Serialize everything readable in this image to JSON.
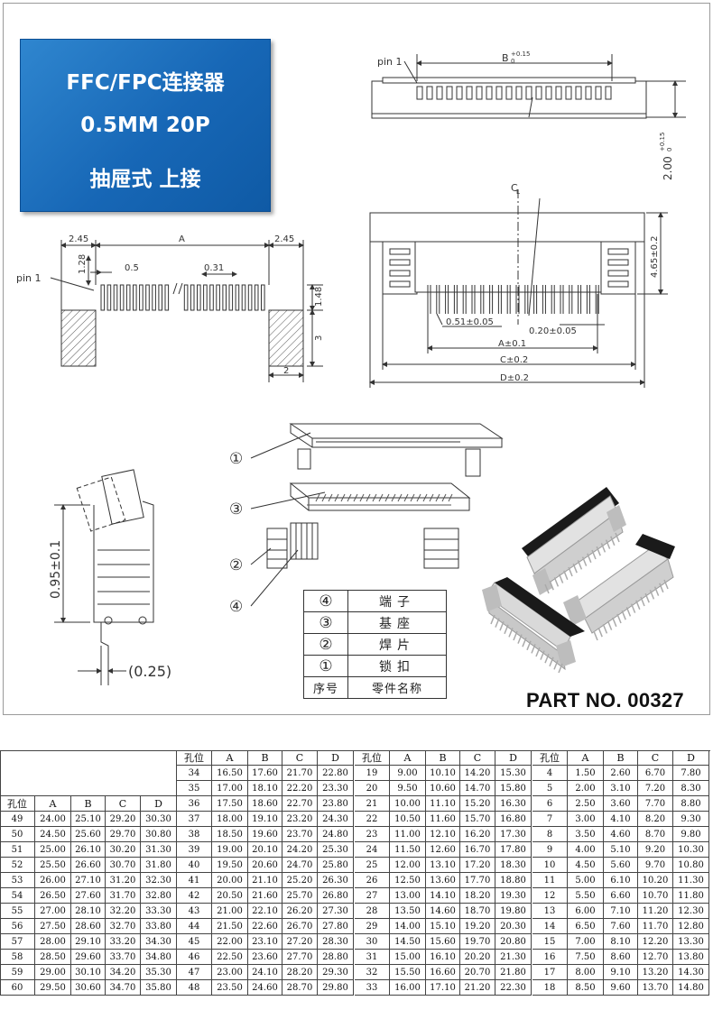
{
  "title_block": {
    "line1": "FFC/FPC连接器",
    "line2": "0.5MM 20P",
    "line3": "抽屉式 上接"
  },
  "top_view": {
    "pin_label": "pin 1",
    "dim_b": "B",
    "dim_b_tol": "+0.15",
    "dim_b_tol2": "0",
    "dim_height": "2.00",
    "dim_height_tol": "+0.15",
    "dim_height_tol2": "0"
  },
  "front_view": {
    "centerline": "C",
    "centerline_sub": "L",
    "dim_465": "4.65±0.2",
    "dim_051": "0.51±0.05",
    "dim_020": "0.20±0.05",
    "dim_a": "A±0.1",
    "dim_c": "C±0.2",
    "dim_d": "D±0.2"
  },
  "pcb_layout": {
    "pin_label": "pin 1",
    "dim_245_left": "2.45",
    "dim_a": "A",
    "dim_245_right": "2.45",
    "dim_128": "1.28",
    "dim_05": "0.5",
    "dim_031": "0.31",
    "dim_148": "1.48",
    "dim_3": "3",
    "dim_2": "2"
  },
  "side_view": {
    "dim_095": "0.95±0.1",
    "dim_025": "(0.25)"
  },
  "exploded": {
    "callouts": [
      "①",
      "③",
      "②",
      "④"
    ]
  },
  "legend": {
    "rows": [
      {
        "num": "④",
        "desc": "端子"
      },
      {
        "num": "③",
        "desc": "基座"
      },
      {
        "num": "②",
        "desc": "焊片"
      },
      {
        "num": "①",
        "desc": "锁扣"
      }
    ],
    "header_num": "序号",
    "header_desc": "零件名称"
  },
  "part_no": "PART NO. 00327",
  "colors": {
    "title_bg": "#1767b6",
    "line": "#333333",
    "connector_dark": "#1a1a1a",
    "connector_light": "#d9d9d9"
  },
  "dimension_table": {
    "columns": [
      "孔位",
      "A",
      "B",
      "C",
      "D"
    ],
    "group1": [
      [
        "49",
        "24.00",
        "25.10",
        "29.20",
        "30.30"
      ],
      [
        "50",
        "24.50",
        "25.60",
        "29.70",
        "30.80"
      ],
      [
        "51",
        "25.00",
        "26.10",
        "30.20",
        "31.30"
      ],
      [
        "52",
        "25.50",
        "26.60",
        "30.70",
        "31.80"
      ],
      [
        "53",
        "26.00",
        "27.10",
        "31.20",
        "32.30"
      ],
      [
        "54",
        "26.50",
        "27.60",
        "31.70",
        "32.80"
      ],
      [
        "55",
        "27.00",
        "28.10",
        "32.20",
        "33.30"
      ],
      [
        "56",
        "27.50",
        "28.60",
        "32.70",
        "33.80"
      ],
      [
        "57",
        "28.00",
        "29.10",
        "33.20",
        "34.30"
      ],
      [
        "58",
        "28.50",
        "29.60",
        "33.70",
        "34.80"
      ],
      [
        "59",
        "29.00",
        "30.10",
        "34.20",
        "35.30"
      ],
      [
        "60",
        "29.50",
        "30.60",
        "34.70",
        "35.80"
      ]
    ],
    "group2": [
      [
        "34",
        "16.50",
        "17.60",
        "21.70",
        "22.80"
      ],
      [
        "35",
        "17.00",
        "18.10",
        "22.20",
        "23.30"
      ],
      [
        "36",
        "17.50",
        "18.60",
        "22.70",
        "23.80"
      ],
      [
        "37",
        "18.00",
        "19.10",
        "23.20",
        "24.30"
      ],
      [
        "38",
        "18.50",
        "19.60",
        "23.70",
        "24.80"
      ],
      [
        "39",
        "19.00",
        "20.10",
        "24.20",
        "25.30"
      ],
      [
        "40",
        "19.50",
        "20.60",
        "24.70",
        "25.80"
      ],
      [
        "41",
        "20.00",
        "21.10",
        "25.20",
        "26.30"
      ],
      [
        "42",
        "20.50",
        "21.60",
        "25.70",
        "26.80"
      ],
      [
        "43",
        "21.00",
        "22.10",
        "26.20",
        "27.30"
      ],
      [
        "44",
        "21.50",
        "22.60",
        "26.70",
        "27.80"
      ],
      [
        "45",
        "22.00",
        "23.10",
        "27.20",
        "28.30"
      ],
      [
        "46",
        "22.50",
        "23.60",
        "27.70",
        "28.80"
      ],
      [
        "47",
        "23.00",
        "24.10",
        "28.20",
        "29.30"
      ],
      [
        "48",
        "23.50",
        "24.60",
        "28.70",
        "29.80"
      ]
    ],
    "group3": [
      [
        "19",
        "9.00",
        "10.10",
        "14.20",
        "15.30"
      ],
      [
        "20",
        "9.50",
        "10.60",
        "14.70",
        "15.80"
      ],
      [
        "21",
        "10.00",
        "11.10",
        "15.20",
        "16.30"
      ],
      [
        "22",
        "10.50",
        "11.60",
        "15.70",
        "16.80"
      ],
      [
        "23",
        "11.00",
        "12.10",
        "16.20",
        "17.30"
      ],
      [
        "24",
        "11.50",
        "12.60",
        "16.70",
        "17.80"
      ],
      [
        "25",
        "12.00",
        "13.10",
        "17.20",
        "18.30"
      ],
      [
        "26",
        "12.50",
        "13.60",
        "17.70",
        "18.80"
      ],
      [
        "27",
        "13.00",
        "14.10",
        "18.20",
        "19.30"
      ],
      [
        "28",
        "13.50",
        "14.60",
        "18.70",
        "19.80"
      ],
      [
        "29",
        "14.00",
        "15.10",
        "19.20",
        "20.30"
      ],
      [
        "30",
        "14.50",
        "15.60",
        "19.70",
        "20.80"
      ],
      [
        "31",
        "15.00",
        "16.10",
        "20.20",
        "21.30"
      ],
      [
        "32",
        "15.50",
        "16.60",
        "20.70",
        "21.80"
      ],
      [
        "33",
        "16.00",
        "17.10",
        "21.20",
        "22.30"
      ]
    ],
    "group4": [
      [
        "4",
        "1.50",
        "2.60",
        "6.70",
        "7.80"
      ],
      [
        "5",
        "2.00",
        "3.10",
        "7.20",
        "8.30"
      ],
      [
        "6",
        "2.50",
        "3.60",
        "7.70",
        "8.80"
      ],
      [
        "7",
        "3.00",
        "4.10",
        "8.20",
        "9.30"
      ],
      [
        "8",
        "3.50",
        "4.60",
        "8.70",
        "9.80"
      ],
      [
        "9",
        "4.00",
        "5.10",
        "9.20",
        "10.30"
      ],
      [
        "10",
        "4.50",
        "5.60",
        "9.70",
        "10.80"
      ],
      [
        "11",
        "5.00",
        "6.10",
        "10.20",
        "11.30"
      ],
      [
        "12",
        "5.50",
        "6.60",
        "10.70",
        "11.80"
      ],
      [
        "13",
        "6.00",
        "7.10",
        "11.20",
        "12.30"
      ],
      [
        "14",
        "6.50",
        "7.60",
        "11.70",
        "12.80"
      ],
      [
        "15",
        "7.00",
        "8.10",
        "12.20",
        "13.30"
      ],
      [
        "16",
        "7.50",
        "8.60",
        "12.70",
        "13.80"
      ],
      [
        "17",
        "8.00",
        "9.10",
        "13.20",
        "14.30"
      ],
      [
        "18",
        "8.50",
        "9.60",
        "13.70",
        "14.80"
      ]
    ]
  }
}
